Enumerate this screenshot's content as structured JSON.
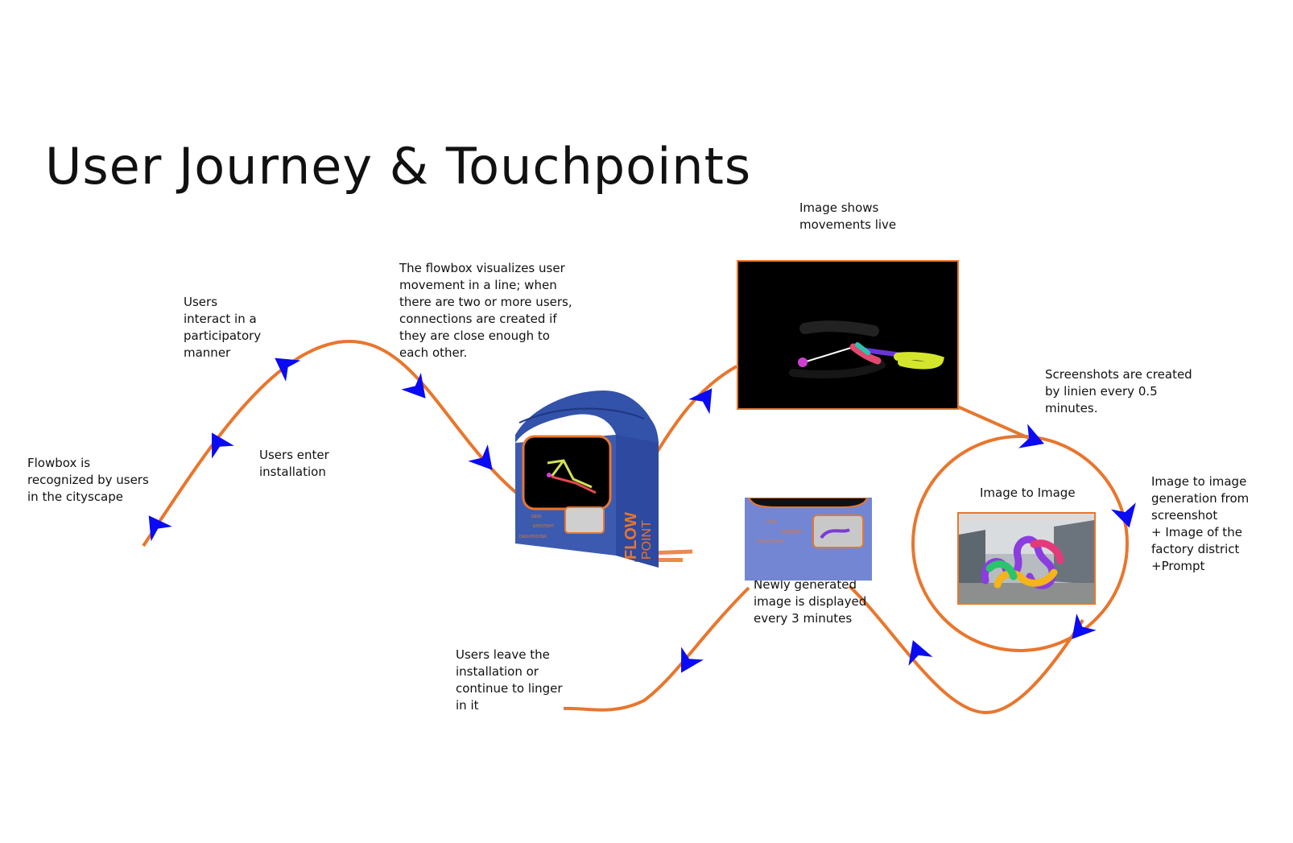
{
  "title": "User Journey & Touchpoints",
  "colors": {
    "path": "#e8762d",
    "arrow": "#0a0af5",
    "box": "#3c5bb0",
    "accent": "#e8762d"
  },
  "steps": {
    "recognized": "Flowbox is\nrecognized by users\nin the cityscape",
    "enter": "Users enter\ninstallation",
    "interact": "Users\ninteract in a\nparticipatory\nmanner",
    "visualize": "The flowbox visualizes user\nmovement in a line; when\nthere are two or more users,\nconnections are created if\nthey are close enough to\neach other.",
    "live": "Image shows\nmovements live",
    "screenshots": "Screenshots are created\nby linien every 0.5\nminutes.",
    "img2img_label": "Image to Image",
    "generation": "Image to image\ngeneration from\nscreenshot\n+ Image of the\nfactory district\n+Prompt",
    "displayed": "Newly generated\nimage is displayed\nevery 3 minutes",
    "leave": "Users leave the\ninstallation or\ncontinue to linger\nin it"
  },
  "device": {
    "brand": "FLOW",
    "brand_sub": "POINT"
  },
  "display_text": {
    "line1": "DEIN",
    "line2": "ENTSTEHT",
    "line3": "DEIN POSTER"
  }
}
